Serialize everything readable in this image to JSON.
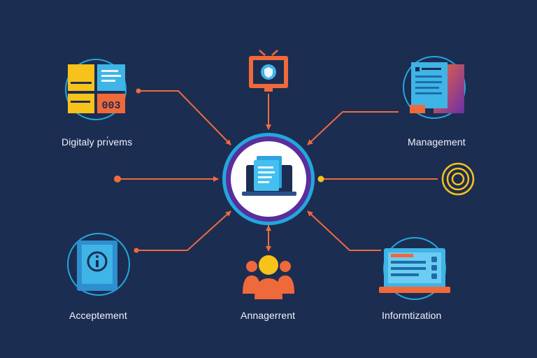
{
  "colors": {
    "background": "#1c2d52",
    "connector": "#ef6b3c",
    "ring": "#22a8dc",
    "hub_ring": "#5a2d9c",
    "accent_yellow": "#f7c21a",
    "accent_blue": "#3fb4e6",
    "accent_orange": "#f0693a",
    "accent_purple": "#6a2fa8"
  },
  "labels": {
    "top_left": "Digitaly prı́vems",
    "top_right": "Management",
    "bottom_left": "Acceptement",
    "bottom_center": "Annagerrent",
    "bottom_right": "Informtization"
  },
  "icons": {
    "hub": "laptop-document-icon",
    "top_left": "dashboard-grid-icon",
    "top_center": "monitor-shield-icon",
    "top_right": "documents-stack-icon",
    "left": "dot-icon",
    "right": "target-icon",
    "bottom_left": "tablet-info-icon",
    "bottom_center": "people-group-icon",
    "bottom_right": "laptop-dashboard-icon"
  },
  "tile_text": "003"
}
